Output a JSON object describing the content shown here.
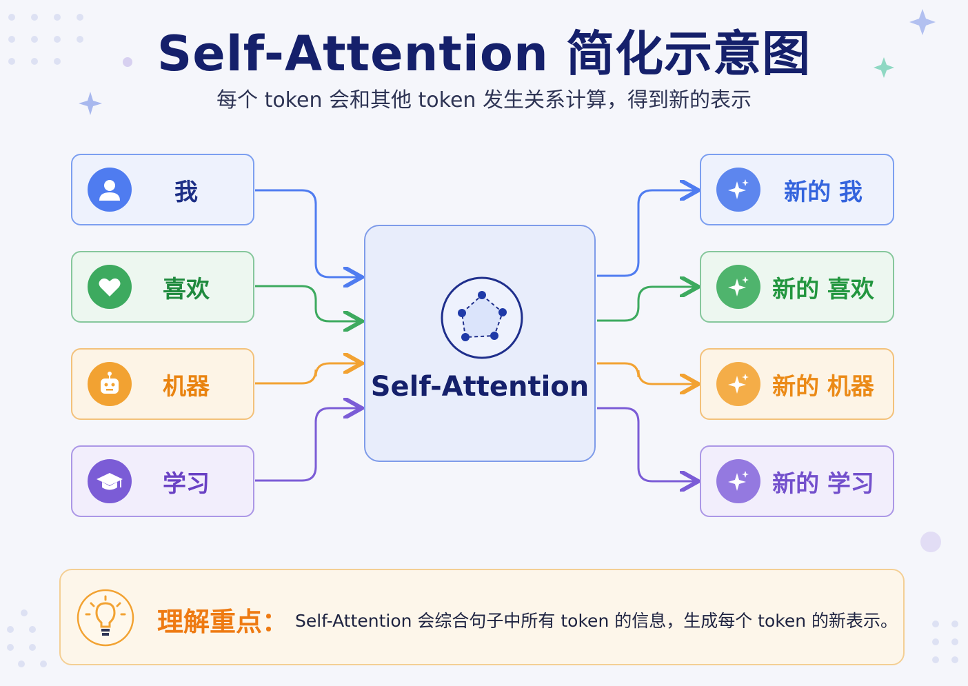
{
  "title": "Self-Attention 简化示意图",
  "subtitle": "每个 token 会和其他 token 发生关系计算，得到新的表示",
  "inputs": [
    {
      "label": "我",
      "color": "#4f7cf0"
    },
    {
      "label": "喜欢",
      "color": "#3daa5f"
    },
    {
      "label": "机器",
      "color": "#f2a232"
    },
    {
      "label": "学习",
      "color": "#7b5cd6"
    }
  ],
  "center": {
    "label": "Self-Attention"
  },
  "outputs": [
    {
      "label": "新的 我",
      "color": "#4f7cf0"
    },
    {
      "label": "新的 喜欢",
      "color": "#3daa5f"
    },
    {
      "label": "新的 机器",
      "color": "#f2a232"
    },
    {
      "label": "新的 学习",
      "color": "#7b5cd6"
    }
  ],
  "note": {
    "title": "理解重点：",
    "text": "Self-Attention 会综合句子中所有 token 的信息，生成每个 token 的新表示。"
  }
}
